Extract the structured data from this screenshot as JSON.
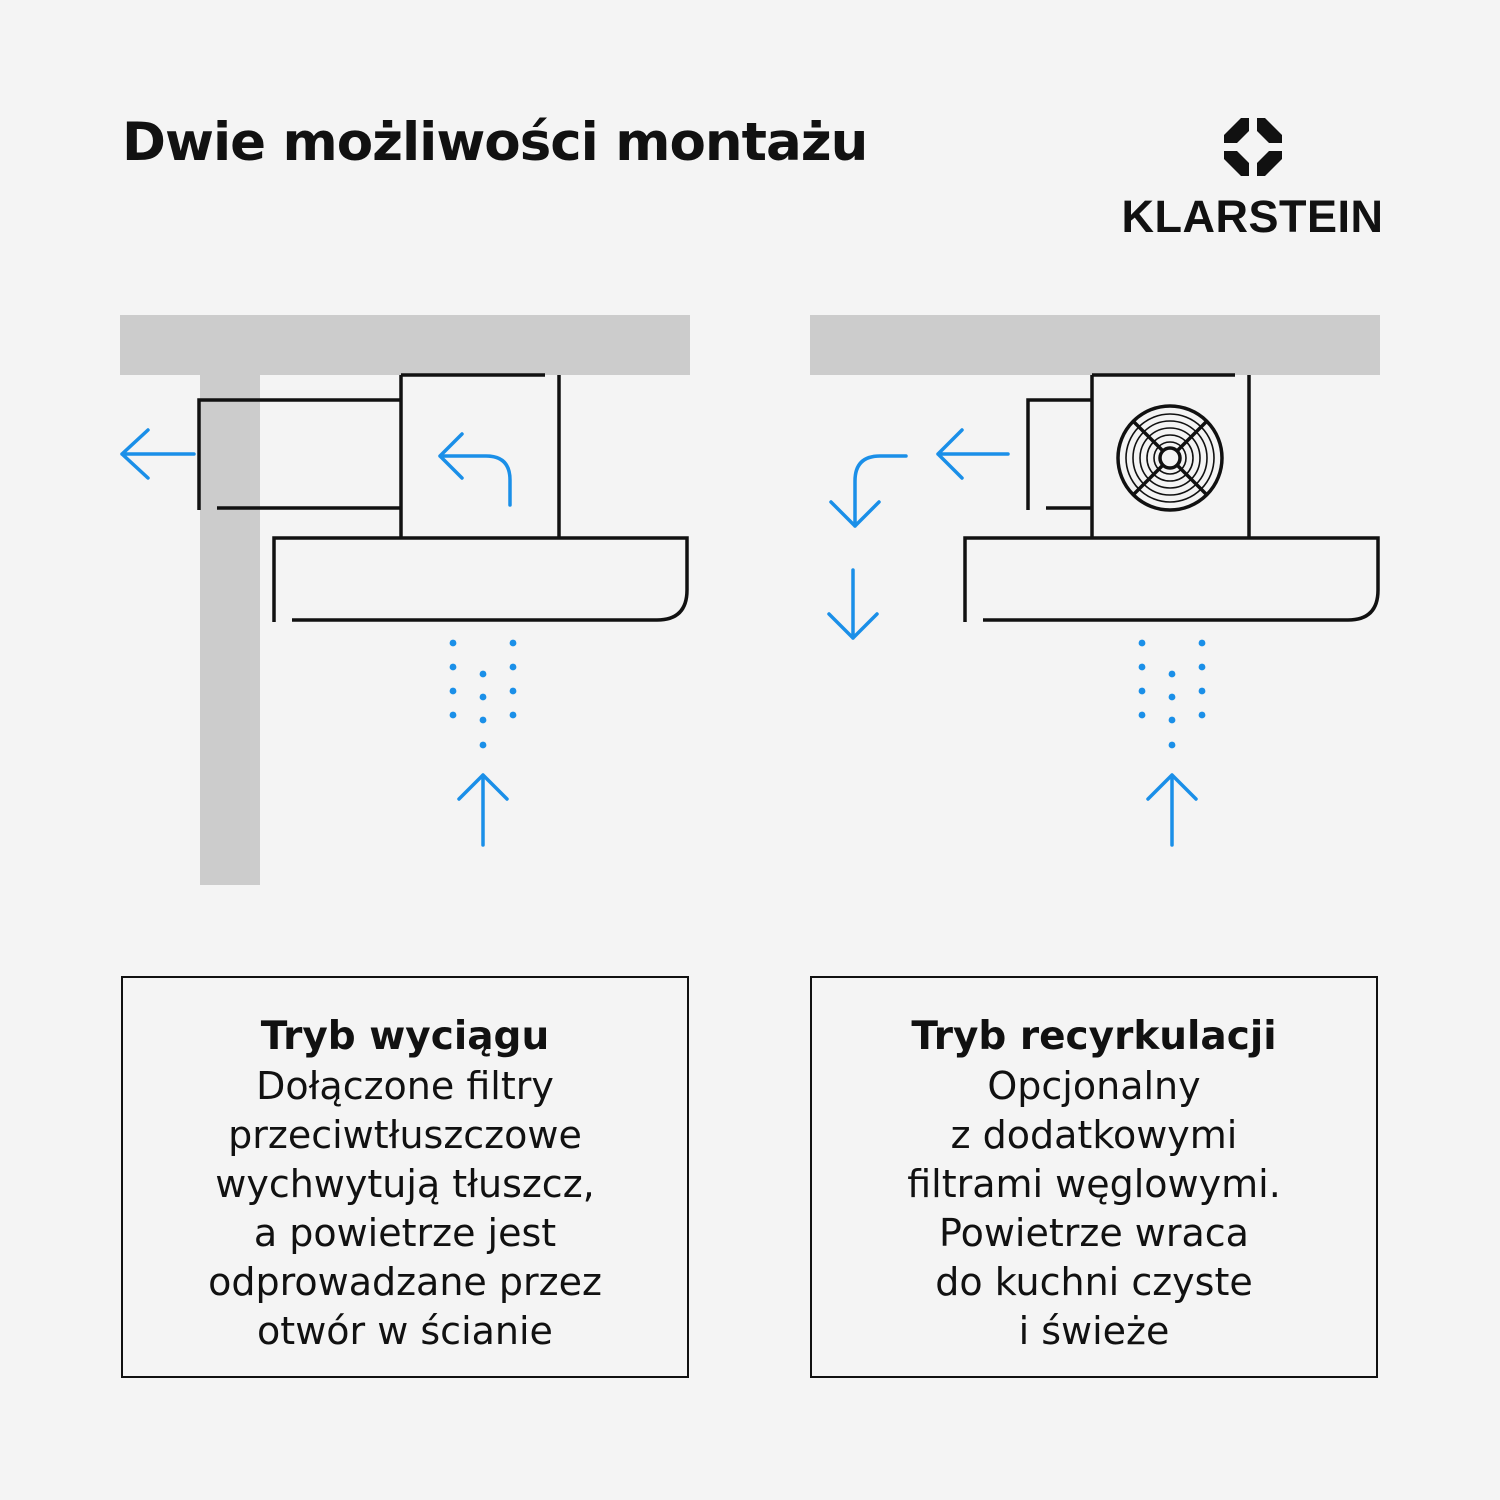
{
  "title": "Dwie możliwości montażu",
  "brand": {
    "name": "KLARSTEIN",
    "icon": "klarstein-logo-icon"
  },
  "colors": {
    "accent": "#1a8fe8",
    "structure": "#cccccc",
    "line": "#111111",
    "background": "#f4f4f4"
  },
  "modes": [
    {
      "title": "Tryb wyciągu",
      "lines": [
        "Dołączone filtry",
        "przeciwtłuszczowe",
        "wychwytują tłuszcz,",
        "a powietrze jest",
        "odprowadzane przez",
        "otwór w ścianie"
      ]
    },
    {
      "title": "Tryb recyrkulacji",
      "lines": [
        "Opcjonalny",
        "z dodatkowymi",
        "filtrami węglowymi.",
        "Powietrze wraca",
        "do kuchni czyste",
        "i świeże"
      ]
    }
  ]
}
